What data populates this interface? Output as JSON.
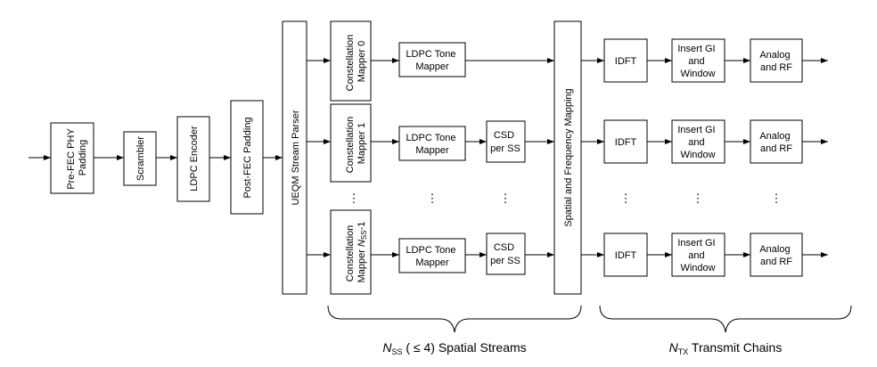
{
  "blocks": {
    "pre_fec_padding": [
      "Pre-FEC PHY",
      "Padding"
    ],
    "scrambler": "Scrambler",
    "ldpc_encoder": "LDPC Encoder",
    "post_fec_padding": "Post-FEC Padding",
    "stream_parser": "UEQM Stream Parser",
    "spatial_freq_mapping": "Spatial and Frequency Mapping",
    "constellation_mapper_0": [
      "Constellation",
      "Mapper 0"
    ],
    "constellation_mapper_1": [
      "Constellation",
      "Mapper 1"
    ],
    "constellation_mapper_n_line1": "Constellation",
    "constellation_mapper_n_prefix": "Mapper ",
    "constellation_mapper_n_var": "N",
    "constellation_mapper_n_sub": "SS",
    "constellation_mapper_n_suffix": "-1",
    "ldpc_tone_mapper": [
      "LDPC Tone",
      "Mapper"
    ],
    "csd": [
      "CSD",
      "per SS"
    ],
    "idft": "IDFT",
    "insert_gi": [
      "Insert GI",
      "and",
      "Window"
    ],
    "analog_rf": [
      "Analog",
      "and RF"
    ],
    "ellipsis": "⋮"
  },
  "captions": {
    "spatial_var": "N",
    "spatial_sub": "SS",
    "spatial_rest": " ( ≤ 4) Spatial Streams",
    "transmit_var": "N",
    "transmit_sub": "TX",
    "transmit_rest": " Transmit Chains"
  }
}
